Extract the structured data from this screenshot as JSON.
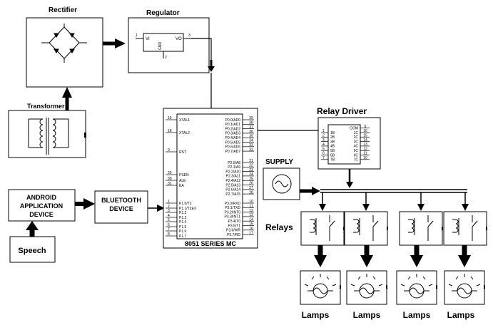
{
  "labels": {
    "rectifier": "Rectifier",
    "regulator": "Regulator",
    "transformer": "Transformer",
    "relay_driver": "Relay Driver",
    "supply": "SUPPLY",
    "relays": "Relays",
    "android_line1": "ANDROID",
    "android_line2": "APPLICATION",
    "android_line3": "DEVICE",
    "bluetooth_line1": "BLUETOOTH",
    "bluetooth_line2": "DEVICE",
    "speech": "Speech",
    "mcu_title": "8051 SERIES MC",
    "lamps": [
      "Lamps",
      "Lamps",
      "Lamps",
      "Lamps"
    ]
  },
  "regulator_pins": {
    "vi": "VI",
    "vo": "VO",
    "gnd": "GND",
    "pin1": "1",
    "pin2": "2",
    "pin3": "3"
  },
  "mcu_left_pins": [
    {
      "num": "19",
      "name": "XTAL1"
    },
    {
      "num": "18",
      "name": "XTAL2"
    },
    {
      "num": "9",
      "name": "RST"
    },
    {
      "num": "29",
      "name": "PSEN"
    },
    {
      "num": "30",
      "name": "ALE"
    },
    {
      "num": "31",
      "name": "EA"
    },
    {
      "num": "1",
      "name": "P1.0/T2"
    },
    {
      "num": "2",
      "name": "P1.1/T2EX"
    },
    {
      "num": "3",
      "name": "P1.2"
    },
    {
      "num": "4",
      "name": "P1.3"
    },
    {
      "num": "5",
      "name": "P1.4"
    },
    {
      "num": "6",
      "name": "P1.5"
    },
    {
      "num": "7",
      "name": "P1.6"
    },
    {
      "num": "8",
      "name": "P1.7"
    }
  ],
  "mcu_right_pins": [
    {
      "num": "39",
      "name": "P0.0/AD0"
    },
    {
      "num": "38",
      "name": "P0.1/AD1"
    },
    {
      "num": "37",
      "name": "P0.2/AD2"
    },
    {
      "num": "36",
      "name": "P0.3/AD3"
    },
    {
      "num": "35",
      "name": "P0.4/AD4"
    },
    {
      "num": "34",
      "name": "P0.5/AD5"
    },
    {
      "num": "33",
      "name": "P0.6/AD6"
    },
    {
      "num": "32",
      "name": "P0.7/AD7"
    },
    {
      "num": "21",
      "name": "P2.0/A8"
    },
    {
      "num": "22",
      "name": "P2.1/A9"
    },
    {
      "num": "23",
      "name": "P2.2/A10"
    },
    {
      "num": "24",
      "name": "P2.3/A11"
    },
    {
      "num": "25",
      "name": "P2.4/A12"
    },
    {
      "num": "26",
      "name": "P2.5/A13"
    },
    {
      "num": "27",
      "name": "P2.6/A14"
    },
    {
      "num": "28",
      "name": "P2.7/A15"
    },
    {
      "num": "10",
      "name": "P3.0/RXD"
    },
    {
      "num": "11",
      "name": "P3.1/TXD"
    },
    {
      "num": "12",
      "name": "P3.2/INT0"
    },
    {
      "num": "13",
      "name": "P3.3/INT1"
    },
    {
      "num": "14",
      "name": "P3.4/T0"
    },
    {
      "num": "15",
      "name": "P3.5/T1"
    },
    {
      "num": "16",
      "name": "P3.6/WR"
    },
    {
      "num": "17",
      "name": "P3.7/RD"
    }
  ],
  "relay_driver_pins": {
    "left_nums": [
      "1",
      "2",
      "3",
      "4",
      "5",
      "6",
      "7"
    ],
    "left_names": [
      "1B",
      "2B",
      "3B",
      "4B",
      "5B",
      "6B",
      "7B"
    ],
    "right_names": [
      "COM",
      "1C",
      "2C",
      "3C",
      "4C",
      "5C",
      "6C",
      "7C"
    ],
    "right_nums": [
      "9",
      "16",
      "15",
      "14",
      "13",
      "12",
      "11",
      "10"
    ]
  }
}
